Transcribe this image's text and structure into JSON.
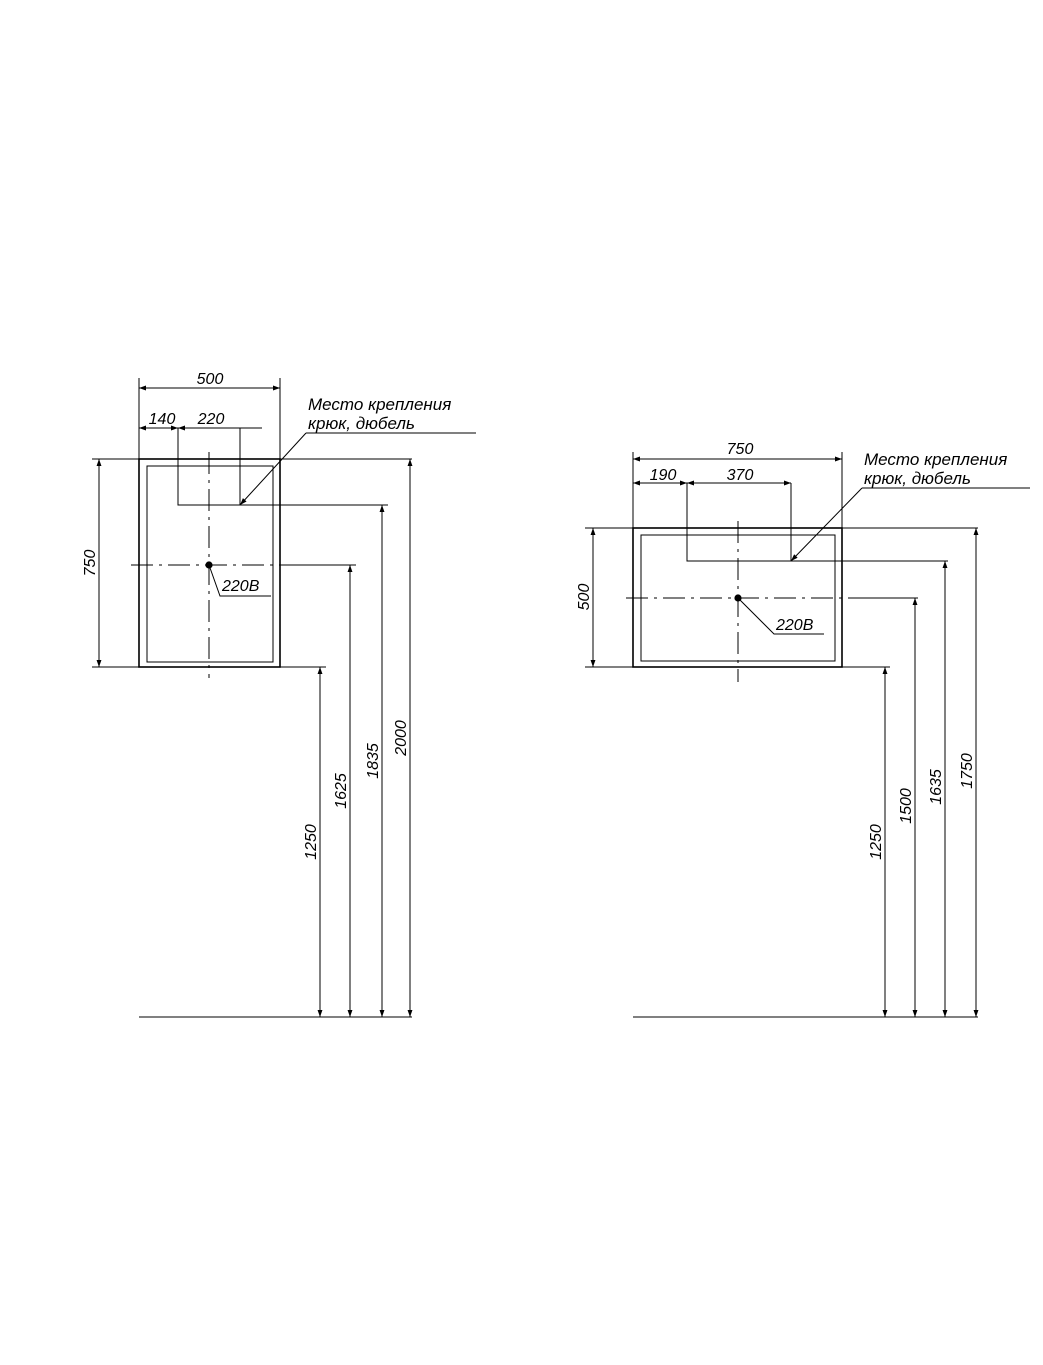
{
  "diagram_left": {
    "width_total": "500",
    "width_offset": "140",
    "width_mount": "220",
    "height": "750",
    "outlet_label": "220В",
    "heights": [
      "1250",
      "1625",
      "1835",
      "2000"
    ],
    "note_line1": "Место крепления",
    "note_line2": "крюк, дюбель"
  },
  "diagram_right": {
    "width_total": "750",
    "width_offset": "190",
    "width_mount": "370",
    "height": "500",
    "outlet_label": "220В",
    "heights": [
      "1250",
      "1500",
      "1635",
      "1750"
    ],
    "note_line1": "Место крепления",
    "note_line2": "крюк, дюбель"
  }
}
